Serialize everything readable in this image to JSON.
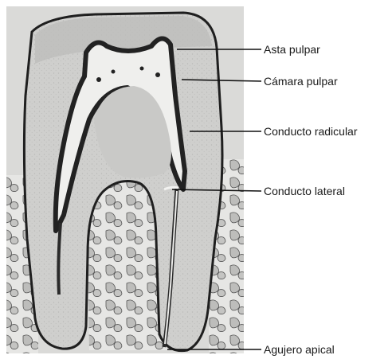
{
  "figure": {
    "subject": "histological section of a molar tooth",
    "colors": {
      "background": "#ffffff",
      "tissue_light": "#d4d4d2",
      "tissue_mid": "#a9a9a6",
      "pulp_dark": "#2b2b2b",
      "leader_line": "#111111"
    }
  },
  "labels": {
    "asta_pulpar": "Asta pulpar",
    "camara_pulpar": "Cámara pulpar",
    "conducto_radicular": "Conducto radicular",
    "conducto_lateral": "Conducto lateral",
    "agujero_apical": "Agujero apical"
  }
}
